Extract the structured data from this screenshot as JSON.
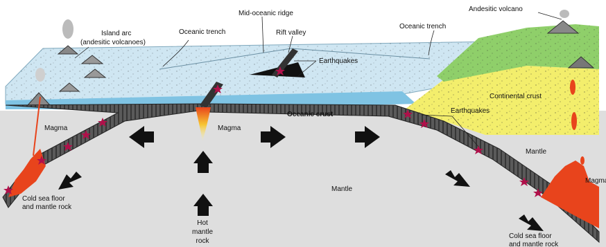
{
  "labels": {
    "island_arc_line1": "Island arc",
    "island_arc_line2": "(andesitic volcanoes)",
    "oceanic_trench_left": "Oceanic trench",
    "mid_oceanic_ridge": "Mid-oceanic ridge",
    "rift_valley": "Rift valley",
    "earthquakes_top": "Earthquakes",
    "oceanic_trench_right": "Oceanic trench",
    "andesitic_volcano": "Andesitic volcano",
    "continental_crust": "Continental crust",
    "earthquakes_right": "Earthquakes",
    "oceanic_crust": "Oceanic crust",
    "magma_left": "Magma",
    "magma_center": "Magma",
    "magma_right": "Magma",
    "mantle_center": "Mantle",
    "mantle_right": "Mantle",
    "cold_left_line1": "Cold sea floor",
    "cold_left_line2": "and mantle rock",
    "hot_line1": "Hot",
    "hot_line2": "mantle",
    "hot_line3": "rock",
    "cold_right_line1": "Cold sea floor",
    "cold_right_line2": "and mantle rock"
  },
  "colors": {
    "sea_surface": "#cfe6f2",
    "ocean_water": "#7fc3e3",
    "continental_crust": "#f3ee6c",
    "land": "#8fcf6a",
    "crust_band": "#555555",
    "mantle": "#dedede",
    "magma": "#e8441c",
    "earthquake": "#b0104a",
    "arrow": "#111111"
  },
  "icons": {
    "arrow": "block-arrow-icon",
    "earthquake": "star-icon",
    "volcano": "volcano-icon"
  }
}
